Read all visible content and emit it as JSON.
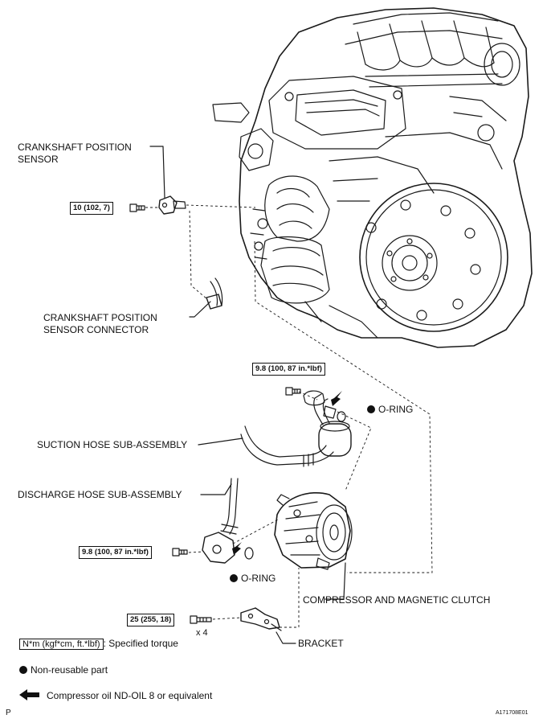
{
  "labels": {
    "crankshaft_sensor_line1": "CRANKSHAFT POSITION",
    "crankshaft_sensor_line2": "SENSOR",
    "crankshaft_connector_line1": "CRANKSHAFT POSITION",
    "crankshaft_connector_line2": "SENSOR CONNECTOR",
    "o_ring_top": "O-RING",
    "suction_hose": "SUCTION HOSE SUB-ASSEMBLY",
    "discharge_hose": "DISCHARGE HOSE SUB-ASSEMBLY",
    "o_ring_bottom": "O-RING",
    "compressor": "COMPRESSOR AND MAGNETIC CLUTCH",
    "bracket": "BRACKET",
    "bolt_count": "x 4"
  },
  "torques": {
    "sensor_bolt": "10 (102, 7)",
    "suction_bolt": "9.8 (100, 87 in.*lbf)",
    "discharge_bolt": "9.8 (100, 87 in.*lbf)",
    "bracket_bolts": "25 (255, 18)"
  },
  "legend": {
    "torque_unit": "N*m (kgf*cm, ft.*lbf)",
    "torque_desc": ": Specified torque",
    "non_reusable": "Non-reusable part",
    "oil": "Compressor oil ND-OIL 8 or equivalent"
  },
  "corner": {
    "left": "P",
    "right": "A171708E01"
  }
}
